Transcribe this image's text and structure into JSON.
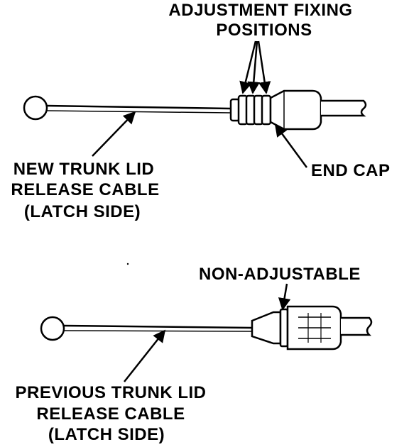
{
  "labels": {
    "adjustment_line1": "ADJUSTMENT FIXING",
    "adjustment_line2": "POSITIONS",
    "new_cable_line1": "NEW TRUNK LID",
    "new_cable_line2": "RELEASE CABLE",
    "new_cable_line3": "(LATCH SIDE)",
    "end_cap": "END CAP",
    "non_adjustable": "NON-ADJUSTABLE",
    "previous_cable_line1": "PREVIOUS TRUNK LID",
    "previous_cable_line2": "RELEASE CABLE",
    "previous_cable_line3": "(LATCH SIDE)"
  },
  "colors": {
    "ink": "#000000",
    "paper": "#ffffff"
  }
}
